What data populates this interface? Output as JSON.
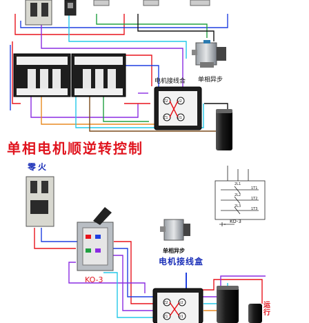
{
  "title": "单相电机顺逆转控制",
  "labels": {
    "junction_box_top": "电机接线合",
    "motor_top": "单相异步",
    "power": "零火",
    "ko3_switch": "KO-3",
    "motor_bottom": "单相异步",
    "junction_box_bottom": "电机接线盒",
    "ko3_schematic": "KO-3",
    "running_capacitor": "运行"
  },
  "terminals": {
    "box_top": [
      "Z2",
      "U2",
      "Z1",
      "U1"
    ],
    "box_bottom": [
      "Z2",
      "U2",
      "Z1",
      "U1"
    ],
    "schematic": [
      "1T1",
      "1T2",
      "1T3",
      "2L1",
      "2L2",
      "2L3"
    ]
  },
  "colors": {
    "title": "#e0141e",
    "label_blue": "#1a2fb8",
    "wire_red": "#e8141c",
    "wire_blue": "#1e3fe0",
    "wire_purple": "#8a2be2",
    "wire_cyan": "#22c8e8",
    "wire_green": "#20a040",
    "wire_orange": "#e88a20",
    "wire_brown": "#7a4a1a",
    "wire_black": "#111111"
  }
}
